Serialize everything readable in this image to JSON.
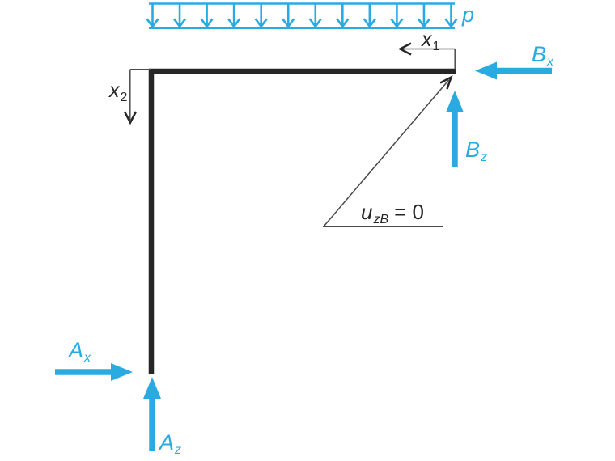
{
  "colors": {
    "accent": "#29ABE2",
    "ink": "#262626",
    "thin": "#4a4a4a"
  },
  "load": {
    "label": "p",
    "arrow_count": 12
  },
  "coords": {
    "x1": {
      "base": "x",
      "sub": "1"
    },
    "x2": {
      "base": "x",
      "sub": "2"
    }
  },
  "forces": {
    "bx": {
      "base": "B",
      "sub": "x"
    },
    "bz": {
      "base": "B",
      "sub": "z"
    },
    "ax": {
      "base": "A",
      "sub": "x"
    },
    "az": {
      "base": "A",
      "sub": "z"
    }
  },
  "annotation": {
    "base": "u",
    "sub": "zB",
    "rest": "= 0"
  }
}
